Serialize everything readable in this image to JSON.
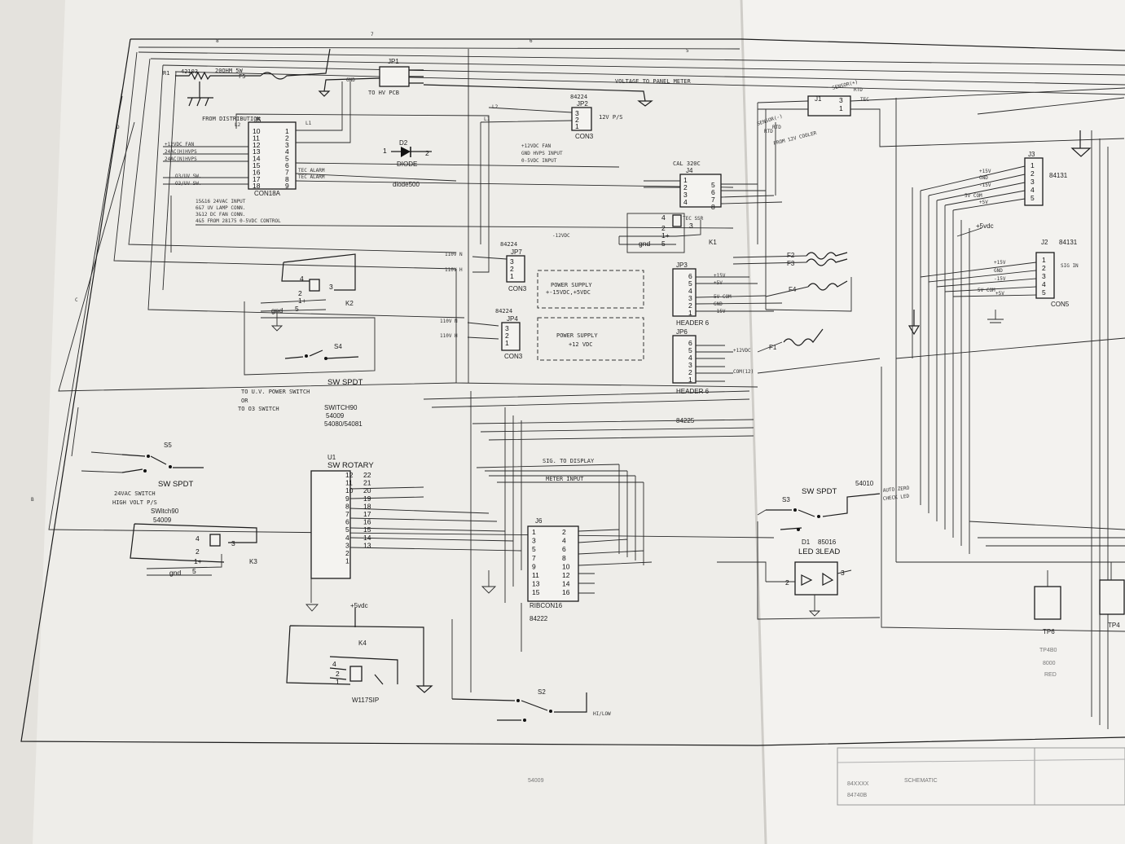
{
  "sheet": {
    "border_letters": [
      "D",
      "C",
      "B"
    ],
    "border_numbers": [
      "8",
      "7",
      "6",
      "5"
    ],
    "footer_code": "54009",
    "title_block_rows": [
      "84XXXX",
      "SCHEMATIC",
      "84740B"
    ]
  },
  "top_left": {
    "r1_label": "R1",
    "r1_part": "42103",
    "r1_value": "20OHM 5W",
    "f5_label": "F5",
    "jp1_label": "JP1",
    "jp1_note": "TO HV PCB",
    "gnd_label": "GND",
    "voltage_label": "VOLTAGE TO PANEL METER",
    "from_distribution": "FROM DISTRIBUTION",
    "j5_label": "J5",
    "con18a": "CON18A",
    "j5_pins_left": [
      "10",
      "11",
      "12",
      "13",
      "14",
      "15",
      "16",
      "17",
      "18"
    ],
    "j5_pins_right": [
      "1",
      "2",
      "3",
      "4",
      "5",
      "6",
      "7",
      "8",
      "9"
    ],
    "fan_labels": [
      "+12VDC FAN",
      "24AC(H)HVPS",
      "24AC(N)HVPS"
    ],
    "o3_labels": [
      "O3/UV SW.",
      "O3/UV SW."
    ],
    "tec_alarm": [
      "TEC ALARM",
      "TEC ALARM"
    ],
    "notes": [
      "15&16 24VAC INPUT",
      "6&7 UV LAMP CONN.",
      "3&12 DC FAN CONN.",
      "4&5 FROM 28175 0-5VDC CONTROL"
    ],
    "l1": "L1",
    "l2": "L2",
    "d2_label": "D2",
    "diode_label": "DIODE",
    "diode_part": "diode500",
    "jp2_part": "84224",
    "jp2_label": "JP2",
    "con3": "CON3",
    "ps_note": "12V P/S",
    "fan_note": [
      "+12VDC FAN",
      "GND HVPS INPUT",
      "0-5VDC INPUT"
    ],
    "minus12": "-12VDC"
  },
  "k2_area": {
    "k2_label": "K2",
    "relay_pins": [
      "4",
      "3",
      "2",
      "1+",
      "gnd",
      "5"
    ],
    "s4_label": "S4",
    "sw_spdt": "SW SPDT",
    "uv_note": [
      "TO U.V. POWER SWITCH",
      "OR",
      "TO O3 SWITCH"
    ],
    "switch_part": [
      "SWITCH90",
      "54009",
      "54080/54081"
    ]
  },
  "power": {
    "v110": [
      "110V N",
      "110V H",
      "110V N",
      "110V H"
    ],
    "jp7_part": "84224",
    "jp7_label": "JP7",
    "jp4_part": "84224",
    "jp4_label": "JP4",
    "con3": "CON3",
    "ps1": [
      "POWER SUPPLY",
      "+-15VDC,+5VDC"
    ],
    "ps2": [
      "POWER SUPPLY",
      "+12 VDC"
    ]
  },
  "j4_area": {
    "cal_label": "CAL 320C",
    "j4_label": "J4",
    "k1_label": "K1",
    "tec_ssr": "TEC SSR",
    "gnd_label": "gnd",
    "jp3_label": "JP3",
    "header6": "HEADER 6",
    "jp3_nets": [
      "+15V",
      "+5V",
      "5V COM",
      "GND",
      "-15V"
    ],
    "jp6_label": "JP6",
    "jp6_part": "84225",
    "jp6_nets": [
      "+12VDC",
      "COM(12)"
    ],
    "fuses": [
      "F2",
      "F3",
      "F4",
      "F1"
    ]
  },
  "right": {
    "sensor_minus": "SENSOR(-)",
    "sensor_plus": "SENSOR(+)",
    "rtd": [
      "RTD",
      "RTD",
      "RTD",
      "TEC"
    ],
    "j1_label": "J1",
    "cooler_note": "FROM 12V COOLER",
    "j3_label": "J3",
    "j3_part": "84131",
    "j3_nets": [
      "+15V",
      "GND",
      "-15V",
      "5V COM",
      "+5V"
    ],
    "plus5": "+5vdc",
    "j2_label": "J2",
    "j2_part": "84131",
    "j2_nets": [
      "+15V",
      "GND",
      "-15V",
      "5V COM",
      "+5V"
    ],
    "sig_in": "SIG IN",
    "con5": "CON5",
    "auto_zero": [
      "AUTO ZERO",
      "CHECK LED"
    ],
    "tp_labels": [
      "TP6",
      "TP4"
    ],
    "tp_notes": [
      "TP4B0",
      "8000",
      "RED"
    ]
  },
  "bottom_left": {
    "s5_label": "S5",
    "sw_spdt": "SW SPDT",
    "notes": [
      "24VAC SWITCH",
      "HIGH VOLT P/S"
    ],
    "switch_part": [
      "SWitch90",
      "54009"
    ],
    "k3_label": "K3",
    "relay_pins": [
      "4",
      "3",
      "2",
      "1+",
      "gnd",
      "5"
    ]
  },
  "bottom_mid": {
    "u1_label": "U1",
    "sw_rotary": "SW ROTARY",
    "rotary_left": [
      "12",
      "11",
      "10",
      "9",
      "8",
      "7",
      "6",
      "5",
      "4",
      "3",
      "2",
      "1"
    ],
    "rotary_right": [
      "22",
      "21",
      "20",
      "19",
      "18",
      "17",
      "16",
      "15",
      "14",
      "13"
    ],
    "plus5": "+5vdc",
    "k4_label": "K4",
    "w117": "W117SIP",
    "sig_display": "SIG. TO DISPLAY",
    "meter_input": "METER INPUT",
    "part_84225": "84225",
    "j6_label": "J6",
    "j6_left": [
      "1",
      "3",
      "5",
      "7",
      "9",
      "11",
      "13",
      "15"
    ],
    "j6_right": [
      "2",
      "4",
      "6",
      "8",
      "10",
      "12",
      "14",
      "16"
    ],
    "ribcon": "RIBCON16",
    "part_84222": "84222",
    "s2_label": "S2",
    "hi_low": "HI/LOW"
  },
  "bottom_right": {
    "s3_label": "S3",
    "sw_spdt": "SW SPDT",
    "part": "54010",
    "d1_label": "D1",
    "d1_part": "85016",
    "led": "LED 3LEAD"
  }
}
